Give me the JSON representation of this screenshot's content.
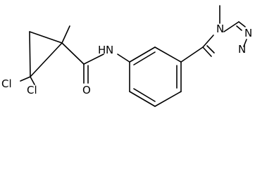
{
  "molecule": {
    "atoms": {
      "cl_top": "Cl",
      "cl_bottom": "Cl",
      "amide_n": "N",
      "amide_h": "H",
      "carbonyl_o": "O",
      "triazole_n_methyl": "N",
      "triazole_n_upper": "N",
      "triazole_n_lower": "N"
    }
  }
}
